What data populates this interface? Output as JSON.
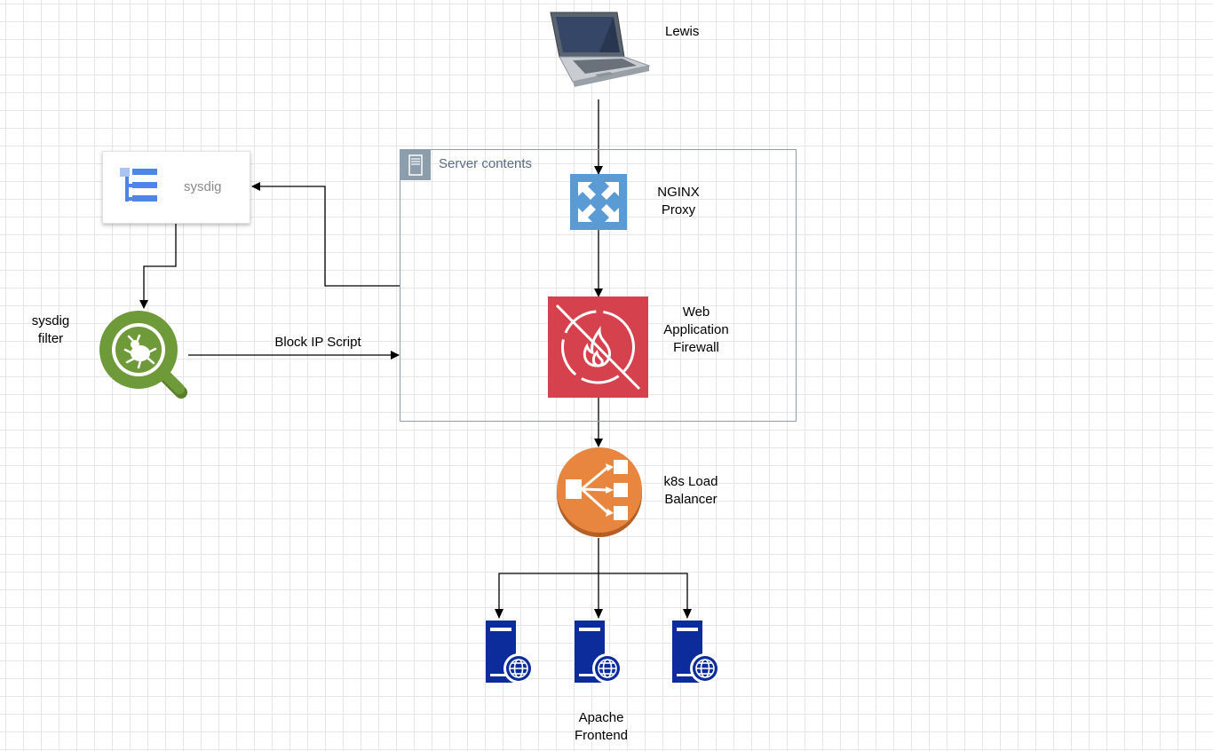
{
  "nodes": {
    "user": "Lewis",
    "sysdig": "sysdig",
    "group_title": "Server contents",
    "nginx": [
      "NGINX",
      "Proxy"
    ],
    "waf": [
      "Web",
      "Application",
      "Firewall"
    ],
    "sysdig_filter": [
      "sysdig",
      "filter"
    ],
    "lb": [
      "k8s Load",
      "Balancer"
    ],
    "apache": [
      "Apache",
      "Frontend"
    ]
  },
  "edges": {
    "block_ip": "Block IP Script"
  },
  "colors": {
    "nginx": "#5a9bd5",
    "waf": "#d6414e",
    "lb": "#e8863f",
    "filter": "#6f9a3a",
    "server": "#0b2c9a",
    "group_border": "#8c9eab"
  }
}
